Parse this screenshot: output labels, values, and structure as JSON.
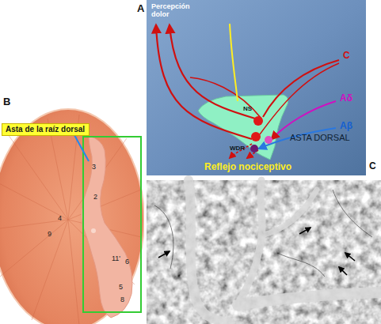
{
  "diagram": {
    "nodes": [
      {
        "text": [
          "Asta de la raíz dorsal"
        ]
      }
    ],
    "labels": [
      "A",
      "Percepción dolor",
      "NS",
      "C",
      "Aδ",
      "Aβ",
      "WDR",
      "ASTA DORSAL",
      "Reflejo nociceptivo",
      "B",
      "3",
      "2",
      "4",
      "9",
      "11'",
      "6",
      "5",
      "8",
      "C"
    ]
  }
}
